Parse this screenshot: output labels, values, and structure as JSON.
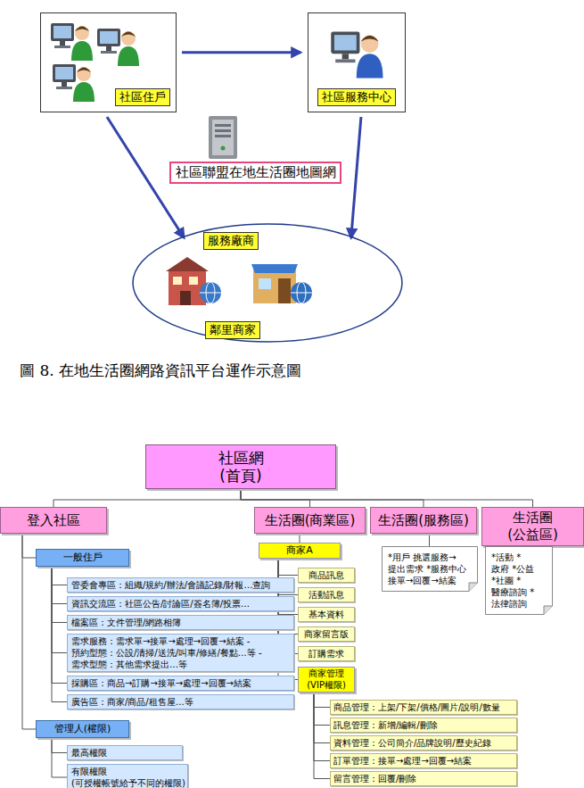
{
  "diagram": {
    "caption": "圖 8. 在地生活圈網路資訊平台運作示意圖",
    "nodes": [
      {
        "text": [
          "社區住戶"
        ]
      },
      {
        "text": [
          "社區服務中心"
        ]
      },
      {
        "text": [
          "社區聯盟在地生活圈地圖網"
        ]
      },
      {
        "text": []
      },
      {
        "text": [
          "服務廠商"
        ],
        "in": 3
      },
      {
        "text": [
          "鄰里商家"
        ],
        "in": 3
      },
      {
        "text": [
          "社區網 (首頁)"
        ]
      },
      {
        "text": [
          "登入社區"
        ]
      },
      {
        "text": [
          "生活圈(商業區)"
        ]
      },
      {
        "text": [
          "生活圈(服務區)"
        ]
      },
      {
        "text": [
          "生活圈(公益區)"
        ]
      },
      {
        "text": [
          "一般住戶"
        ]
      },
      {
        "text": [
          "管委會專區：組織/規約/辦法/會議記錄/財報…查詢"
        ]
      },
      {
        "text": [
          "資訊交流區：社區公告/討論區/簽名簿/投票…"
        ]
      },
      {
        "text": [
          "檔案區：文件管理/網路相簿"
        ]
      },
      {
        "text": [
          "需求服務：需求單→接單→處理→回覆→結案 -預約型態：公設/清掃/送洗/叫車/修繕/餐點…等 -需求型態：其他需求提出…等"
        ]
      },
      {
        "text": [
          "採購區：商品→訂購→接單→處理→回覆→結案"
        ]
      },
      {
        "text": [
          "廣告區：商家/商品/租售屋…等"
        ]
      },
      {
        "text": [
          "管理人(權限)"
        ]
      },
      {
        "text": [
          "最高權限"
        ]
      },
      {
        "text": [
          "有限權限 (可授權帳號給予不同的權限)"
        ]
      },
      {
        "text": [
          "商家A"
        ]
      },
      {
        "text": [
          "商品訊息"
        ]
      },
      {
        "text": [
          "活動訊息"
        ]
      },
      {
        "text": [
          "基本資料"
        ]
      },
      {
        "text": [
          "商家留言版"
        ]
      },
      {
        "text": [
          "訂購需求"
        ]
      },
      {
        "text": [
          "商家管理 (VIP權限)"
        ]
      },
      {
        "text": [
          "商品管理：上架/下架/價格/圖片/說明/數量"
        ]
      },
      {
        "text": [
          "訊息管理：新增/編輯/刪除"
        ]
      },
      {
        "text": [
          "資料管理：公司簡介/品牌說明/歷史紀錄"
        ]
      },
      {
        "text": [
          "訂單管理：接單→處理→回覆→結案"
        ]
      },
      {
        "text": [
          "留言管理：回覆/刪除"
        ]
      },
      {
        "text": [
          "*用戶 挑選服務→提出需求 *服務中心 接單→回覆→結案"
        ]
      },
      {
        "text": [
          "*活動 *政府 *公益 *社團 *醫療諮詢 *法律諮詢"
        ]
      }
    ],
    "edges": [
      {
        "from": 0,
        "to": 1,
        "arrow": "to"
      },
      {
        "from": 0,
        "to": 3,
        "arrow": "to"
      },
      {
        "from": 1,
        "to": 3,
        "arrow": "to"
      },
      {
        "from": 6,
        "to": 7,
        "arrow": "none"
      },
      {
        "from": 6,
        "to": 8,
        "arrow": "none"
      },
      {
        "from": 6,
        "to": 9,
        "arrow": "none"
      },
      {
        "from": 6,
        "to": 10,
        "arrow": "none"
      },
      {
        "from": 7,
        "to": 11,
        "arrow": "none"
      },
      {
        "from": 7,
        "to": 18,
        "arrow": "none"
      },
      {
        "from": 11,
        "to": 12,
        "arrow": "none"
      },
      {
        "from": 11,
        "to": 13,
        "arrow": "none"
      },
      {
        "from": 11,
        "to": 14,
        "arrow": "none"
      },
      {
        "from": 11,
        "to": 15,
        "arrow": "none"
      },
      {
        "from": 11,
        "to": 16,
        "arrow": "none"
      },
      {
        "from": 11,
        "to": 17,
        "arrow": "none"
      },
      {
        "from": 18,
        "to": 19,
        "arrow": "none"
      },
      {
        "from": 18,
        "to": 20,
        "arrow": "none"
      },
      {
        "from": 8,
        "to": 21,
        "arrow": "none"
      },
      {
        "from": 21,
        "to": 22,
        "arrow": "none"
      },
      {
        "from": 21,
        "to": 23,
        "arrow": "none"
      },
      {
        "from": 21,
        "to": 24,
        "arrow": "none"
      },
      {
        "from": 21,
        "to": 25,
        "arrow": "none"
      },
      {
        "from": 21,
        "to": 26,
        "arrow": "none"
      },
      {
        "from": 21,
        "to": 27,
        "arrow": "none"
      },
      {
        "from": 27,
        "to": 28,
        "arrow": "none"
      },
      {
        "from": 27,
        "to": 29,
        "arrow": "none"
      },
      {
        "from": 27,
        "to": 30,
        "arrow": "none"
      },
      {
        "from": 27,
        "to": 31,
        "arrow": "none"
      },
      {
        "from": 27,
        "to": 32,
        "arrow": "none"
      },
      {
        "from": 9,
        "to": 33,
        "arrow": "none"
      },
      {
        "from": 10,
        "to": 34,
        "arrow": "none"
      }
    ]
  }
}
